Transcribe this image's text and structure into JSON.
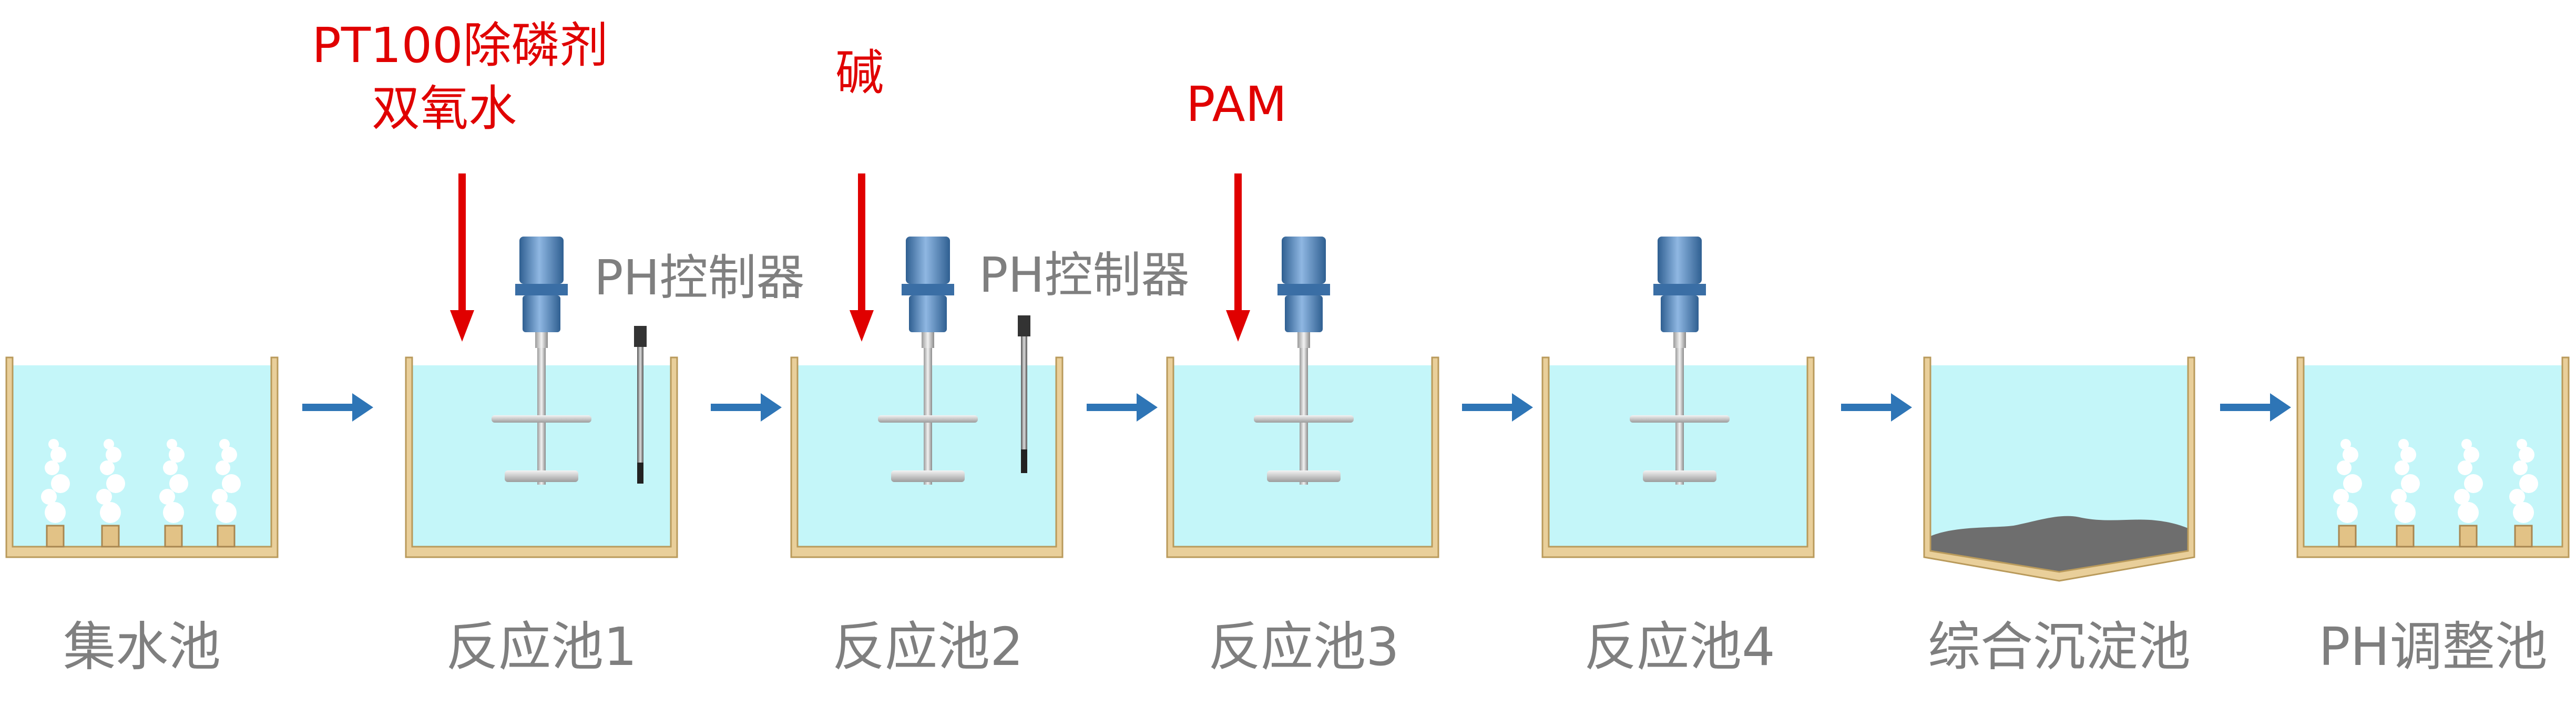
{
  "tanks": [
    {
      "label": "集水池",
      "kind": "aeration"
    },
    {
      "label": "反应池1",
      "kind": "mixer"
    },
    {
      "label": "反应池2",
      "kind": "mixer"
    },
    {
      "label": "反应池3",
      "kind": "mixer"
    },
    {
      "label": "反应池4",
      "kind": "mixer"
    },
    {
      "label": "综合沉淀池",
      "kind": "sediment"
    },
    {
      "label": "PH调整池",
      "kind": "aeration"
    }
  ],
  "chemicals": {
    "tank1": [
      "PT100除磷剂",
      "双氧水"
    ],
    "tank2": [
      "碱"
    ],
    "tank3": [
      "PAM"
    ]
  },
  "ph_controllers": [
    "PH控制器",
    "PH控制器"
  ],
  "colors": {
    "water": "#c4f6f9",
    "tank_wall": "#e9cf9a",
    "flow_arrow": "#2e75b6",
    "dosing_arrow": "#e00000",
    "motor": "#4f81bd",
    "sludge": "#6e6e6e"
  }
}
